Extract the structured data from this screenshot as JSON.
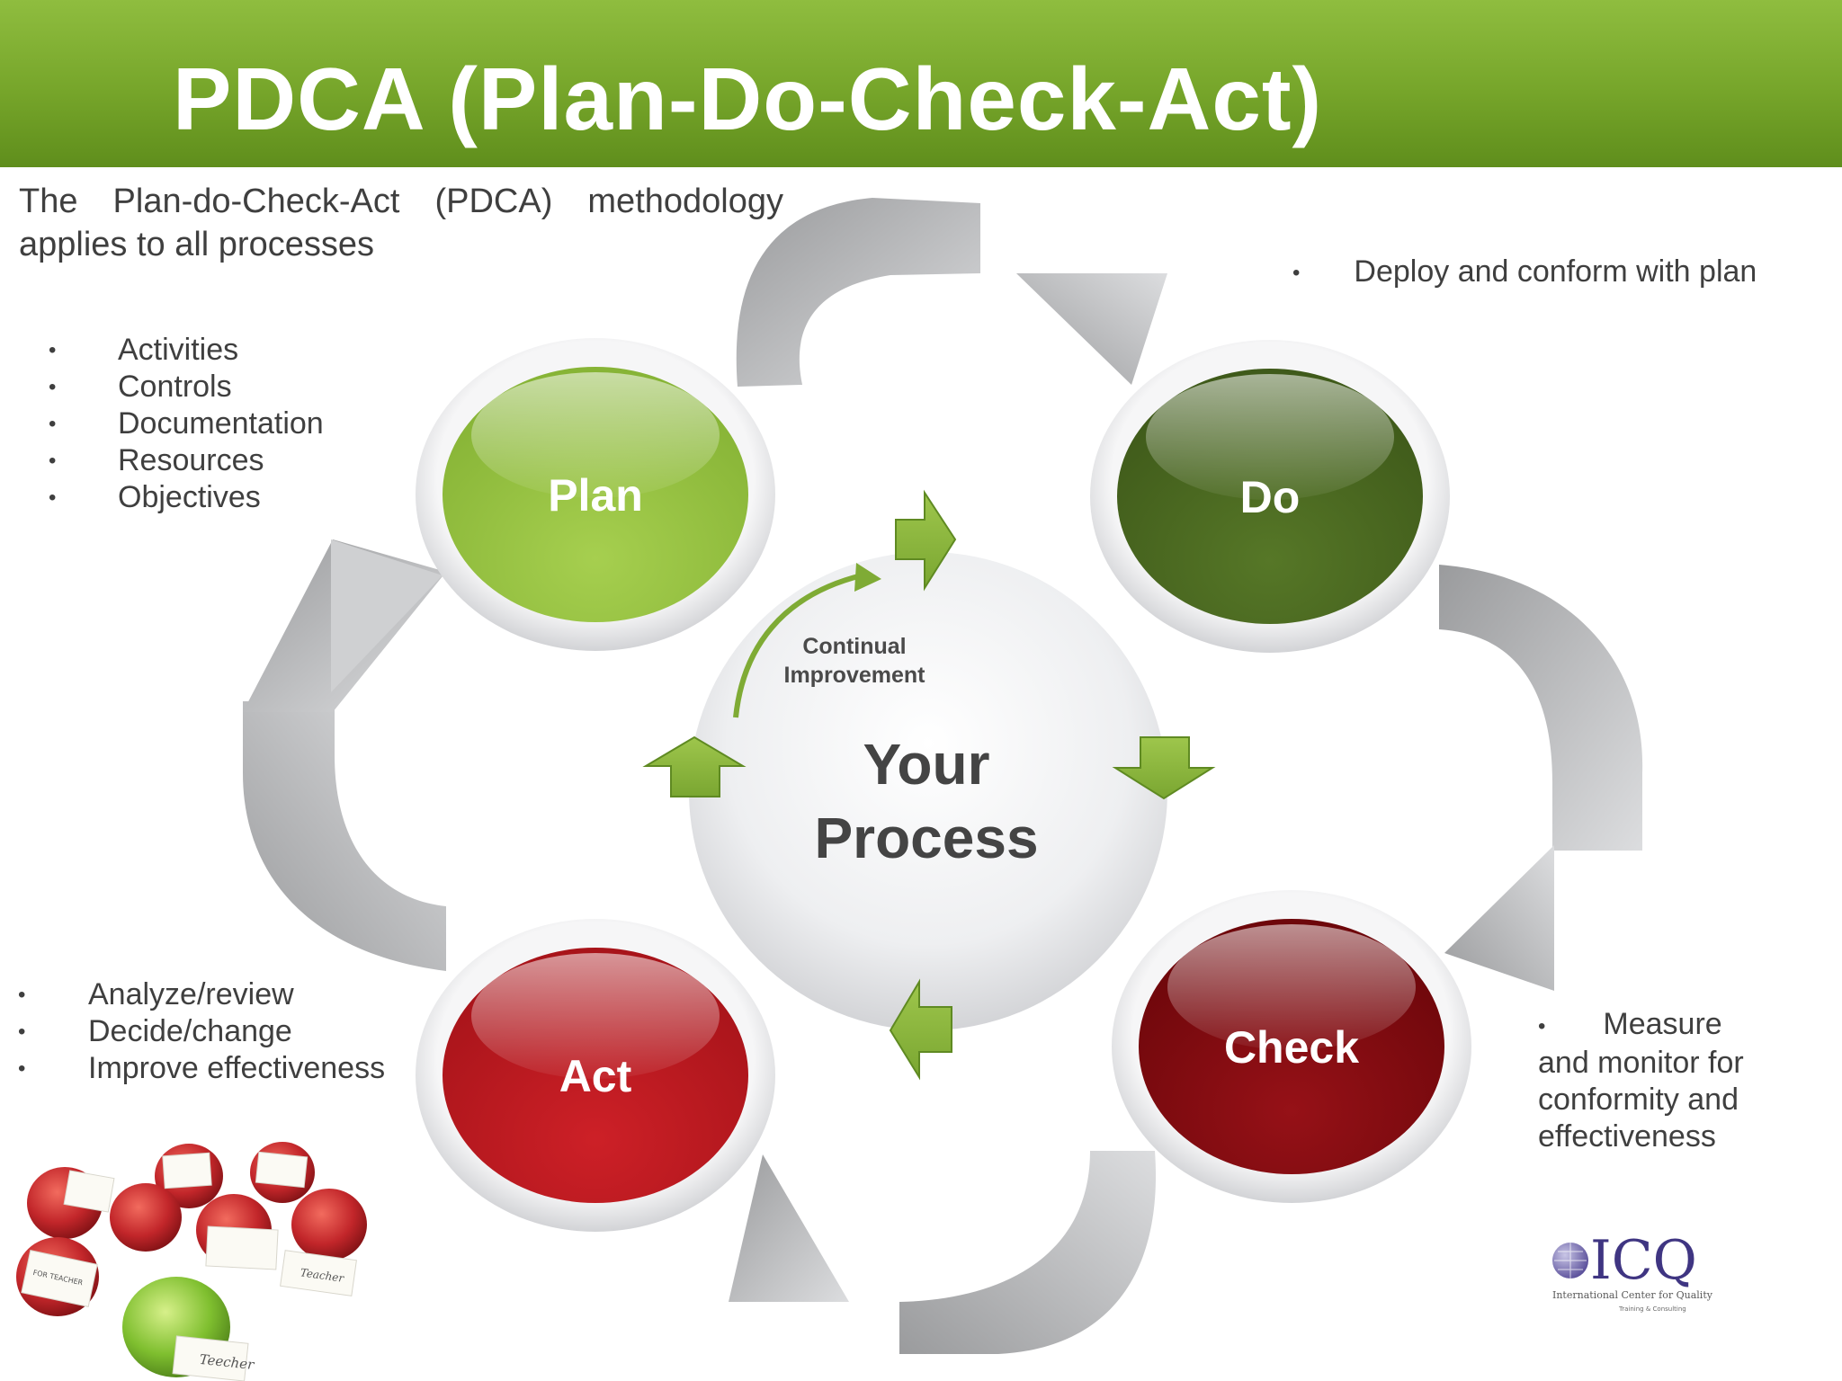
{
  "title": "PDCA (Plan-Do-Check-Act)",
  "intro": "The Plan-do-Check-Act (PDCA) methodology applies to all processes",
  "plan_items": [
    "Activities",
    "Controls",
    "Documentation",
    "Resources",
    "Objectives"
  ],
  "do_note": "Deploy and conform with plan",
  "check_note": "Measure and monitor for conformity and effectiveness",
  "act_items": [
    "Analyze/review",
    "Decide/change",
    "Improve effectiveness"
  ],
  "cycle": {
    "plan": "Plan",
    "do": "Do",
    "check": "Check",
    "act": "Act",
    "center_line1": "Your",
    "center_line2": "Process",
    "continual_line1": "Continual",
    "continual_line2": "Improvement"
  },
  "photo": {
    "tag_main": "Teecher",
    "tag_left": "FOR TEACHER",
    "tag_right": "Teacher"
  },
  "logo": {
    "mark": "ICQ",
    "name": "International Center for Quality",
    "tagline": "Training & Consulting"
  },
  "colors": {
    "header_green": "#76a52a",
    "plan_green": "#9cc54a",
    "do_green": "#4d6b22",
    "check_red": "#8c0d12",
    "act_red": "#c41a20",
    "arrow_green": "#8db63c",
    "loop_gray": "#b5b6b8"
  }
}
